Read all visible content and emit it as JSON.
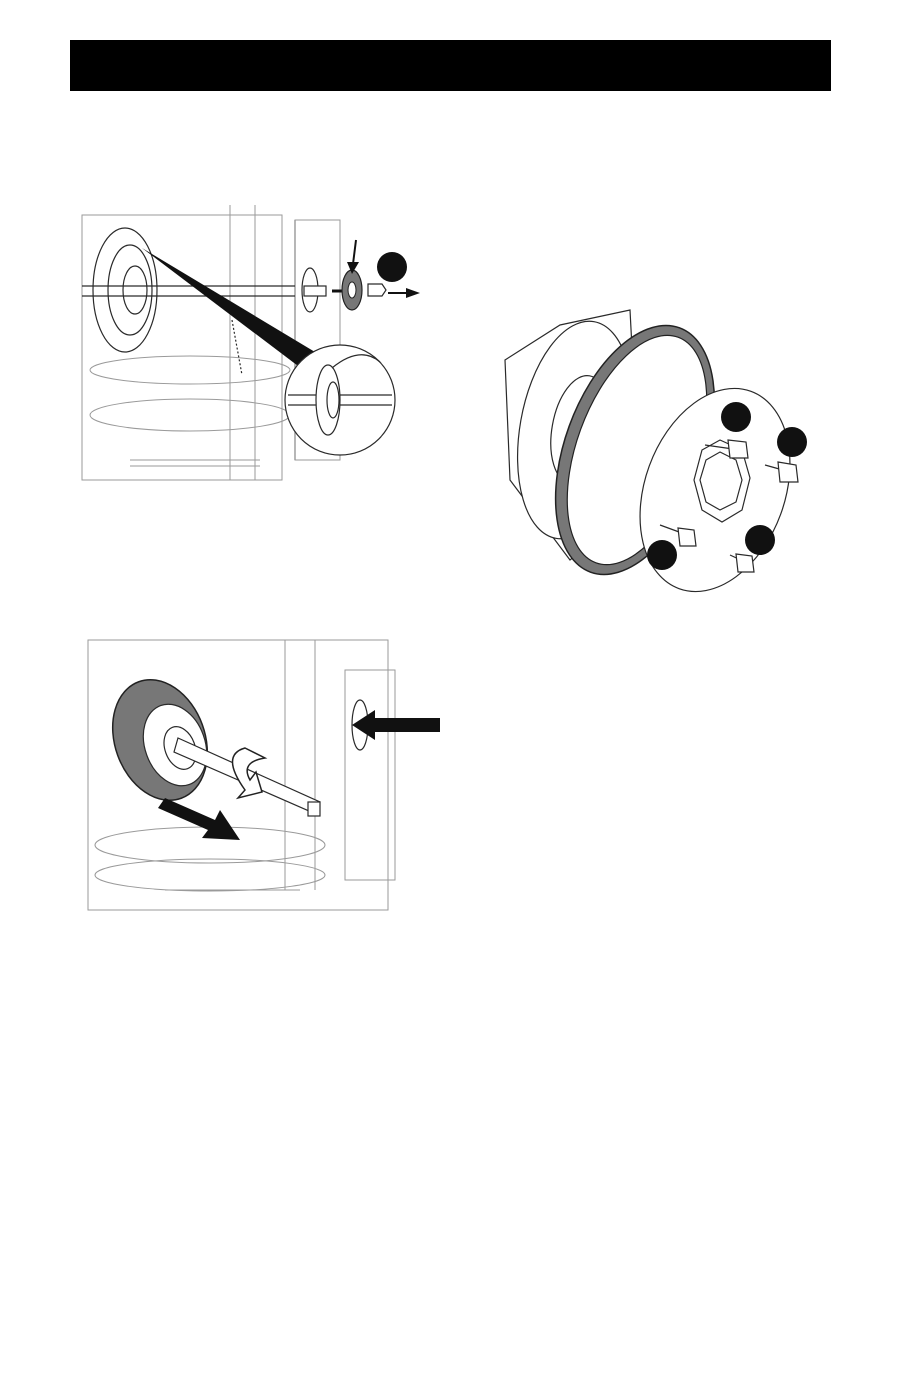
{
  "header": {
    "title": ""
  },
  "figures": [
    {
      "id": "fig-1",
      "callouts": []
    },
    {
      "id": "fig-2",
      "callouts": []
    },
    {
      "id": "fig-3",
      "callouts": []
    }
  ],
  "colors": {
    "header": "#000000",
    "line": "#2a2a2a",
    "callout": "#111111",
    "shaded": "#777777"
  }
}
